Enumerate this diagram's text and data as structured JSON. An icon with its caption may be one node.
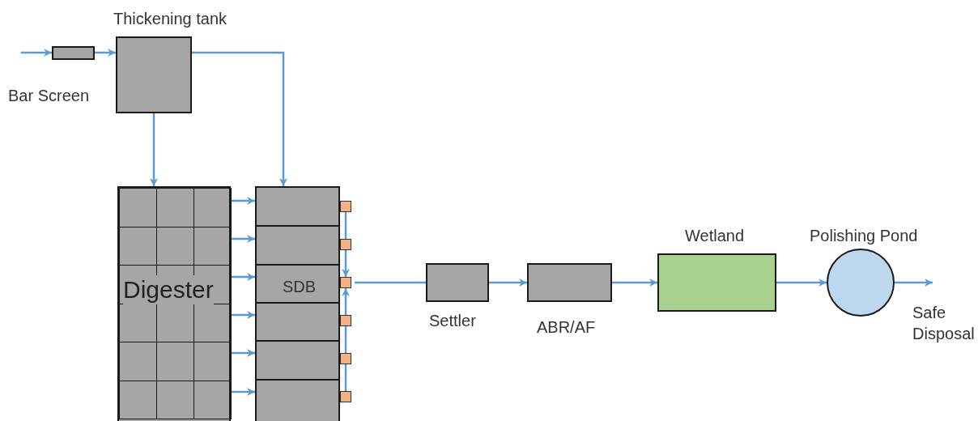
{
  "diagram": {
    "nodes": [
      {
        "text": [
          "Bar Screen"
        ]
      },
      {
        "text": [
          "Thickening tank"
        ]
      },
      {
        "text": [
          "Digester"
        ]
      },
      {
        "text": [
          "SDB"
        ]
      },
      {
        "text": [
          "Settler"
        ]
      },
      {
        "text": [
          "ABR/AF"
        ]
      },
      {
        "text": [
          "Wetland"
        ]
      },
      {
        "text": [
          "Polishing Pond"
        ]
      }
    ],
    "edges": [
      {
        "from": null,
        "to": 0,
        "arrow": "to"
      },
      {
        "from": 0,
        "to": 1,
        "arrow": "to"
      },
      {
        "from": 1,
        "to": 2,
        "arrow": "to"
      },
      {
        "from": 1,
        "to": 3,
        "arrow": "to"
      },
      {
        "from": 2,
        "to": 3,
        "arrow": "to"
      },
      {
        "from": 2,
        "to": 3,
        "arrow": "to"
      },
      {
        "from": 2,
        "to": 3,
        "arrow": "to"
      },
      {
        "from": 2,
        "to": 3,
        "arrow": "to"
      },
      {
        "from": 2,
        "to": 3,
        "arrow": "to"
      },
      {
        "from": 2,
        "to": 3,
        "arrow": "to"
      },
      {
        "from": 3,
        "to": 4,
        "arrow": "none"
      },
      {
        "from": 4,
        "to": 5,
        "arrow": "to"
      },
      {
        "from": 5,
        "to": 6,
        "arrow": "to"
      },
      {
        "from": 6,
        "to": 7,
        "arrow": "to"
      },
      {
        "from": 7,
        "to": null,
        "arrow": "to",
        "label": "Safe Disposal"
      }
    ]
  }
}
